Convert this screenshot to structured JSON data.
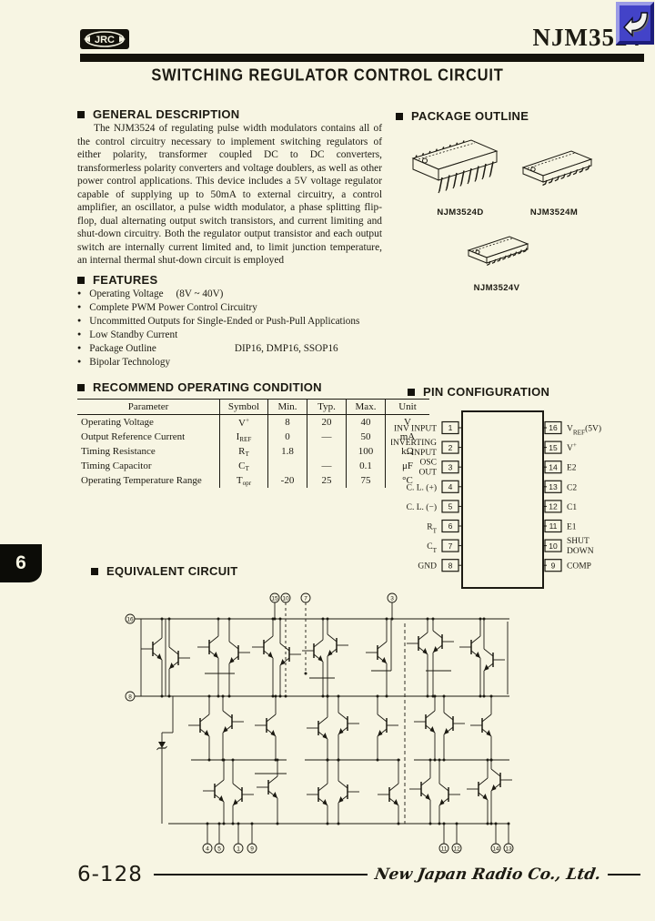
{
  "page": {
    "logo_text": "JRC",
    "part_number": "NJM3524",
    "title": "SWITCHING REGULATOR CONTROL CIRCUIT",
    "section_tab": "6",
    "page_number": "6-128",
    "company": "New Japan Radio Co., Ltd.",
    "colors": {
      "background": "#f7f5e3",
      "ink": "#1c1a12",
      "icon_blue": "#4343c8"
    }
  },
  "icons": {
    "corner_button": "return-arrow-icon",
    "logo": "jrc-logo",
    "heading_marker": "black-square-icon",
    "feature_marker": "bullet-dot-icon"
  },
  "general_description": {
    "heading": "GENERAL DESCRIPTION",
    "body": "The NJM3524 of regulating pulse width modulators contains all of the control circuitry necessary to implement switching regulators of either polarity, transformer coupled DC to DC converters, transformerless polarity converters and voltage doublers, as well as other power control applications. This device includes a 5V voltage regulator capable of supplying up to 50mA to external circuitry, a control amplifier, an oscillator, a pulse width modulator, a phase splitting flip-flop, dual alternating output switch transistors, and current limiting and shut-down circuitry. Both the regulator output transistor and each output switch are internally current limited and, to limit junction temperature, an internal thermal shut-down circuit is employed"
  },
  "features": {
    "heading": "FEATURES",
    "items": [
      {
        "label": "Operating Voltage",
        "value": "(8V ~ 40V)"
      },
      {
        "label": "Complete PWM Power Control Circuitry",
        "value": ""
      },
      {
        "label": "Uncommitted Outputs for Single-Ended or Push-Pull Applications",
        "value": ""
      },
      {
        "label": "Low Standby Current",
        "value": ""
      },
      {
        "label": "Package Outline",
        "value": "DIP16, DMP16, SSOP16"
      },
      {
        "label": "Bipolar Technology",
        "value": ""
      }
    ]
  },
  "operating_condition": {
    "heading": "RECOMMEND OPERATING CONDITION",
    "columns": [
      "Parameter",
      "Symbol",
      "Min.",
      "Typ.",
      "Max.",
      "Unit"
    ],
    "rows": [
      {
        "parameter": "Operating Voltage",
        "symbol": {
          "base": "V",
          "sup": "+",
          "sub": ""
        },
        "min": "8",
        "typ": "20",
        "max": "40",
        "unit": "V"
      },
      {
        "parameter": "Output Reference Current",
        "symbol": {
          "base": "I",
          "sup": "",
          "sub": "REF"
        },
        "min": "0",
        "typ": "—",
        "max": "50",
        "unit": "mA"
      },
      {
        "parameter": "Timing Resistance",
        "symbol": {
          "base": "R",
          "sup": "",
          "sub": "T"
        },
        "min": "1.8",
        "typ": "",
        "max": "100",
        "unit": "kΩ"
      },
      {
        "parameter": "Timing Capacitor",
        "symbol": {
          "base": "C",
          "sup": "",
          "sub": "T"
        },
        "min": "",
        "typ": "—",
        "max": "0.1",
        "unit": "μF"
      },
      {
        "parameter": "Operating Temperature Range",
        "symbol": {
          "base": "T",
          "sup": "",
          "sub": "opr"
        },
        "min": "-20",
        "typ": "25",
        "max": "75",
        "unit": "°C"
      }
    ]
  },
  "package_outline": {
    "heading": "PACKAGE OUTLINE",
    "packages": [
      {
        "name": "NJM3524D"
      },
      {
        "name": "NJM3524M"
      },
      {
        "name": "NJM3524V"
      }
    ]
  },
  "pin_configuration": {
    "heading": "PIN CONFIGURATION",
    "left_pins": [
      {
        "number": "1",
        "label": "INV INPUT"
      },
      {
        "number": "2",
        "label": "NON INVERTING\nINPUT"
      },
      {
        "number": "3",
        "label": "OSC\nOUT"
      },
      {
        "number": "4",
        "label": "C. L. (+)"
      },
      {
        "number": "5",
        "label": "C. L. (−)"
      },
      {
        "number": "6",
        "label": "R~T~"
      },
      {
        "number": "7",
        "label": "C~T~"
      },
      {
        "number": "8",
        "label": "GND"
      }
    ],
    "right_pins": [
      {
        "number": "16",
        "label": "V~REF~(5V)"
      },
      {
        "number": "15",
        "label": "V^+^"
      },
      {
        "number": "14",
        "label": "E2"
      },
      {
        "number": "13",
        "label": "C2"
      },
      {
        "number": "12",
        "label": "C1"
      },
      {
        "number": "11",
        "label": "E1"
      },
      {
        "number": "10",
        "label": "SHUT\nDOWN"
      },
      {
        "number": "9",
        "label": "COMP"
      }
    ]
  },
  "equivalent_circuit": {
    "heading": "EQUIVALENT CIRCUIT",
    "terminals": {
      "left_top": "16",
      "left_bottom": "8",
      "top": [
        "15",
        "10",
        "7",
        "3"
      ],
      "bottom": [
        "4",
        "5",
        "1",
        "9",
        "11",
        "12",
        "14",
        "13"
      ]
    }
  }
}
